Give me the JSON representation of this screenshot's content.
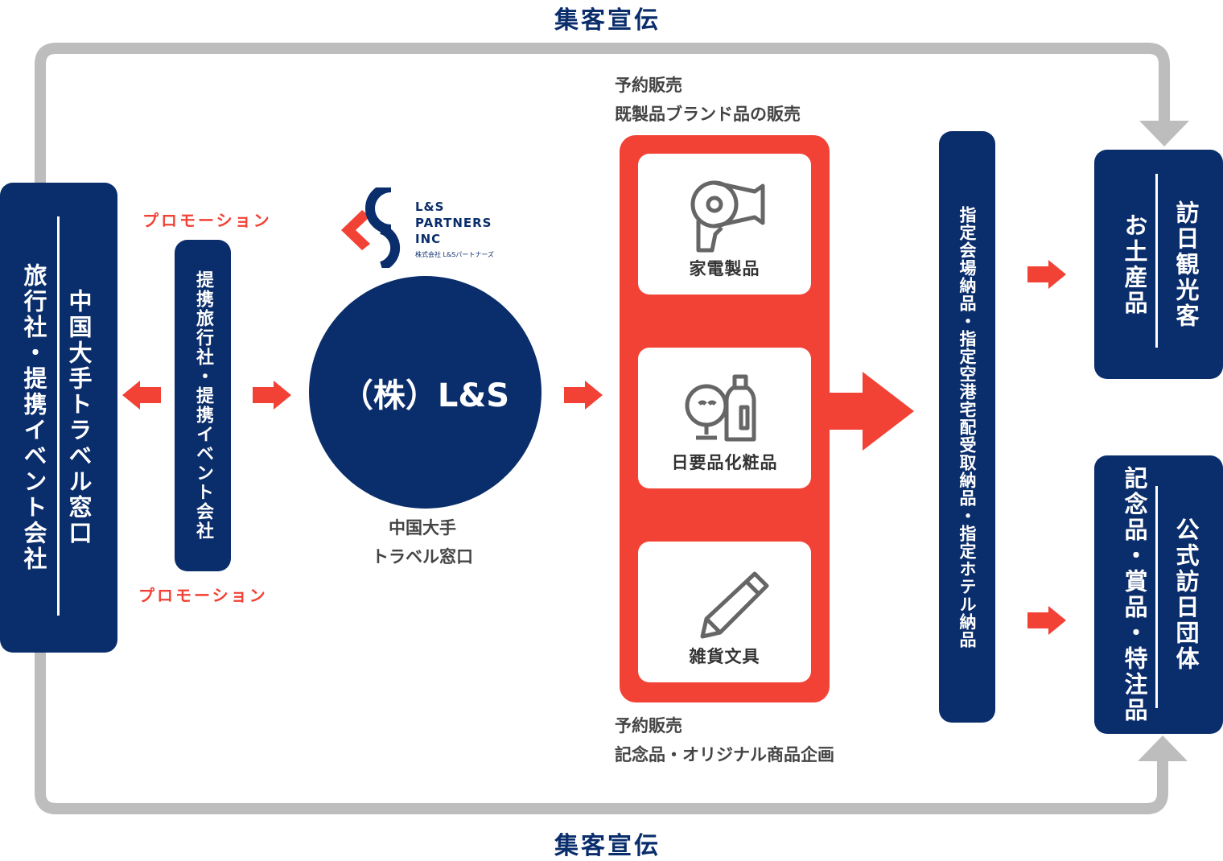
{
  "top_caption": "集客宣伝",
  "bottom_caption": "集客宣伝",
  "left_box": {
    "line1": "中国大手トラベル窓口",
    "line2": "旅行社・提携イベント会社"
  },
  "partner_box": "提携旅行社・提携イベント会社",
  "promotion_top": "プロモーション",
  "promotion_bottom": "プロモーション",
  "logo": {
    "line1": "L&S",
    "line2": "PARTNERS",
    "line3": "INC",
    "line4": "株式会社 L&Sパートナーズ"
  },
  "center": {
    "label": "（株）L&S",
    "caption_line1": "中国大手",
    "caption_line2": "トラベル窓口"
  },
  "sales_top": {
    "line1": "予約販売",
    "line2": "既製品ブランド品の販売"
  },
  "sales_bottom": {
    "line1": "予約販売",
    "line2": "記念品・オリジナル商品企画"
  },
  "products": [
    {
      "label": "家電製品",
      "icon": "hair-dryer-icon"
    },
    {
      "label": "日要品化粧品",
      "icon": "mirror-bottle-icon"
    },
    {
      "label": "雑貨文具",
      "icon": "pencil-icon"
    }
  ],
  "delivery_box": "指定会場納品・指定空港宅配受取納品・指定ホテル納品",
  "customer_top": {
    "line1": "訪日観光客",
    "line2": "お土産品"
  },
  "customer_bottom": {
    "line1": "公式訪日団体",
    "line2": "記念品・賞品・特注品"
  },
  "colors": {
    "navy": "#0a2d6b",
    "red": "#f24236",
    "gray": "#bdbdbd"
  }
}
